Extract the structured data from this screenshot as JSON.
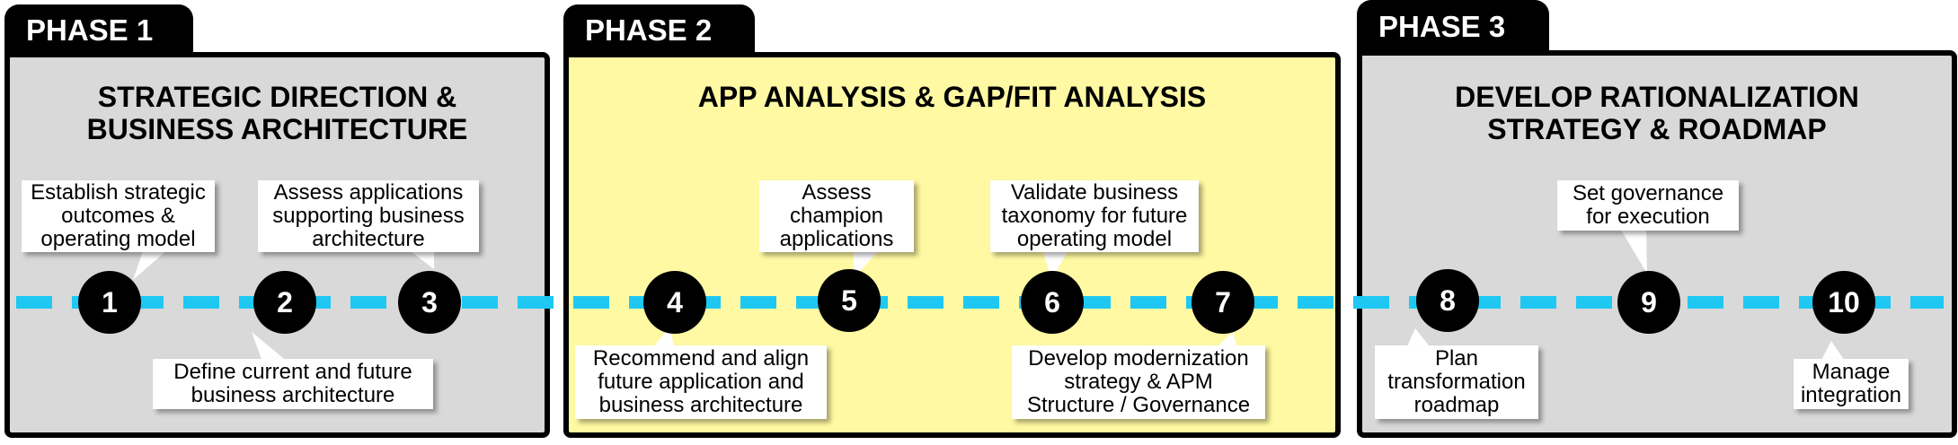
{
  "phases": [
    {
      "tab": "PHASE 1",
      "title": "STRATEGIC DIRECTION &\nBUSINESS ARCHITECTURE",
      "fill": "#d9d9d9"
    },
    {
      "tab": "PHASE 2",
      "title": "APP ANALYSIS & GAP/FIT ANALYSIS",
      "fill": "#fff9a3"
    },
    {
      "tab": "PHASE 3",
      "title": "DEVELOP RATIONALIZATION\nSTRATEGY & ROADMAP",
      "fill": "#d9d9d9"
    }
  ],
  "colors": {
    "timeline": "#1ec8f2",
    "node": "#000000",
    "outline": "#000000"
  },
  "steps": [
    {
      "number": "1",
      "label": "Establish strategic\noutcomes &\noperating model"
    },
    {
      "number": "2",
      "label": "Define current and future\nbusiness architecture"
    },
    {
      "number": "3",
      "label": "Assess applications\nsupporting business\narchitecture"
    },
    {
      "number": "4",
      "label": "Recommend and align\nfuture application and\nbusiness architecture"
    },
    {
      "number": "5",
      "label": "Assess\nchampion\napplications"
    },
    {
      "number": "6",
      "label": "Validate business\ntaxonomy for future\noperating model"
    },
    {
      "number": "7",
      "label": "Develop modernization\nstrategy & APM\nStructure / Governance"
    },
    {
      "number": "8",
      "label": "Plan\ntransformation\nroadmap"
    },
    {
      "number": "9",
      "label": "Set governance\nfor execution"
    },
    {
      "number": "10",
      "label": "Manage\nintegration"
    }
  ]
}
